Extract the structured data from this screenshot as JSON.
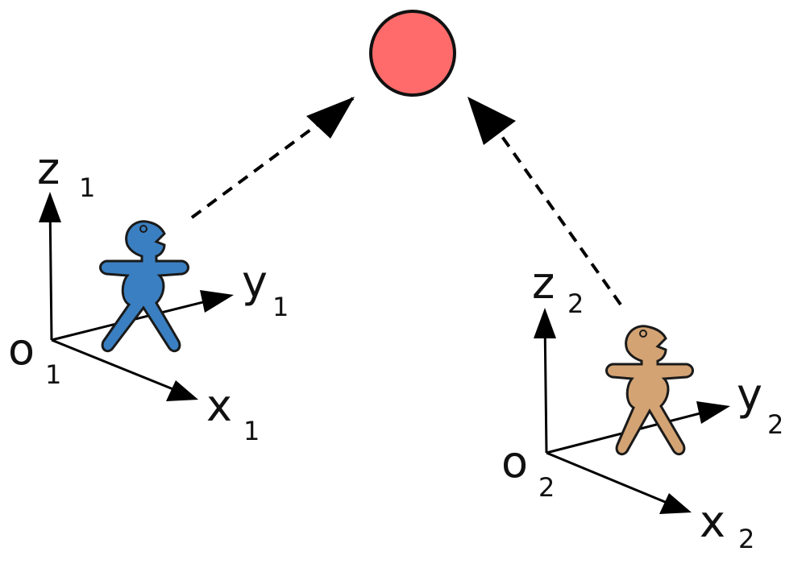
{
  "colors": {
    "target": "#ff6b6b",
    "person1": "#3a7fc1",
    "person2": "#d4a373",
    "ink": "#000000"
  },
  "frame1": {
    "origin": "o",
    "origin_sub": "1",
    "x": "x",
    "x_sub": "1",
    "y": "y",
    "y_sub": "1",
    "z": "z",
    "z_sub": "1"
  },
  "frame2": {
    "origin": "o",
    "origin_sub": "2",
    "x": "x",
    "x_sub": "2",
    "y": "y",
    "y_sub": "2",
    "z": "z",
    "z_sub": "2"
  },
  "icons": [
    "target-circle-icon",
    "person-icon",
    "person-icon"
  ]
}
